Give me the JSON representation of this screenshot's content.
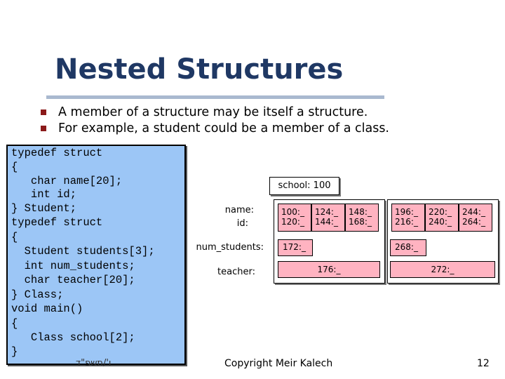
{
  "slide": {
    "title": "Nested Structures",
    "bullets": [
      "A member of a structure may be itself a structure.",
      "For example,  a student could be a member of a class."
    ],
    "code": [
      "typedef struct",
      "{",
      "   char name[20];",
      "   int id;",
      "} Student;",
      "typedef struct",
      "{",
      "  Student students[3];",
      "  int num_students;",
      "  char teacher[20];",
      "} Class;",
      "void main()",
      "{",
      "   Class school[2];",
      "}"
    ],
    "diagram": {
      "school_label": "school: 100",
      "member_labels": {
        "name": "name:",
        "id": "id:",
        "num_students": "num_students:",
        "teacher": "teacher:"
      },
      "class0": {
        "students": [
          {
            "name": "100:_",
            "id": "120:_"
          },
          {
            "name": "124:_",
            "id": "144:_"
          },
          {
            "name": "148:_",
            "id": "168:_"
          }
        ],
        "num_students": "172:_",
        "teacher": "176:_"
      },
      "class1": {
        "students": [
          {
            "name": "196:_",
            "id": "216:_"
          },
          {
            "name": "220:_",
            "id": "240:_"
          },
          {
            "name": "244:_",
            "id": "264:_"
          }
        ],
        "num_students": "268:_",
        "teacher": "272:_"
      }
    },
    "footer": {
      "left": "ו'/תשפ\"ד",
      "center": "Copyright Meir Kalech",
      "page_number": "12"
    },
    "colors": {
      "title": "#1f3864",
      "bullet": "#8b1a1a",
      "code_bg": "#9cc6f6",
      "cell_bg": "#ffb3c1"
    }
  }
}
